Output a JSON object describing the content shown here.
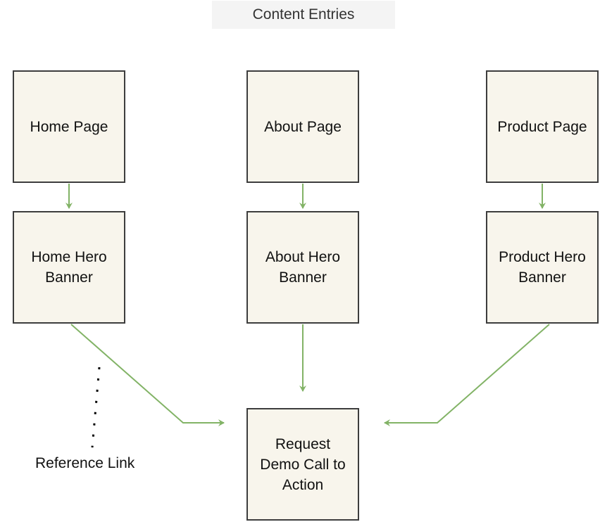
{
  "title": "Content Entries",
  "nodes": {
    "home_page": "Home Page",
    "about_page": "About Page",
    "product_page": "Product Page",
    "home_hero": "Home Hero Banner",
    "about_hero": "About Hero Banner",
    "product_hero": "Product Hero Banner",
    "cta": "Request Demo Call to Action"
  },
  "annotation": "Reference Link",
  "colors": {
    "edge": "#82b366",
    "node_fill": "#f8f5ec",
    "node_border": "#3d3d3d",
    "dotted_link": "#000000"
  },
  "edges": [
    {
      "from": "home_page",
      "to": "home_hero"
    },
    {
      "from": "about_page",
      "to": "about_hero"
    },
    {
      "from": "product_page",
      "to": "product_hero"
    },
    {
      "from": "home_hero",
      "to": "cta"
    },
    {
      "from": "about_hero",
      "to": "cta"
    },
    {
      "from": "product_hero",
      "to": "cta"
    }
  ]
}
